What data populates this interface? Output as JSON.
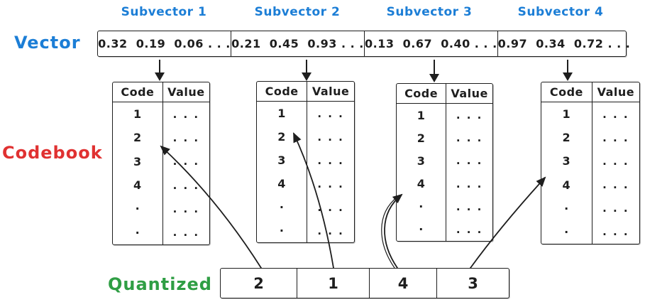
{
  "colors": {
    "blue": "#1c7ed6",
    "red": "#e03131",
    "green": "#2f9e44",
    "ink": "#1e1e1e"
  },
  "vector": {
    "label": "Vector",
    "subvectors": [
      {
        "label": "Subvector 1",
        "values": "0.32  0.19  0.06 . . ."
      },
      {
        "label": "Subvector 2",
        "values": "0.21  0.45  0.93 . . ."
      },
      {
        "label": "Subvector 3",
        "values": "0.13  0.67  0.40 . . ."
      },
      {
        "label": "Subvector 4",
        "values": "0.97  0.34  0.72 . . ."
      }
    ]
  },
  "codebook": {
    "label": "Codebook",
    "headers": [
      "Code",
      "Value"
    ],
    "codes": [
      "1",
      "2",
      "3",
      "4",
      "·",
      "·"
    ],
    "value_placeholder": ". . .",
    "tables": [
      {
        "name": "codebook-1",
        "selected_code": "2"
      },
      {
        "name": "codebook-2",
        "selected_code": "1"
      },
      {
        "name": "codebook-3",
        "selected_code": "4"
      },
      {
        "name": "codebook-4",
        "selected_code": "3"
      }
    ]
  },
  "quantized": {
    "label": "Quantized",
    "cells": [
      "2",
      "1",
      "4",
      "3"
    ]
  }
}
